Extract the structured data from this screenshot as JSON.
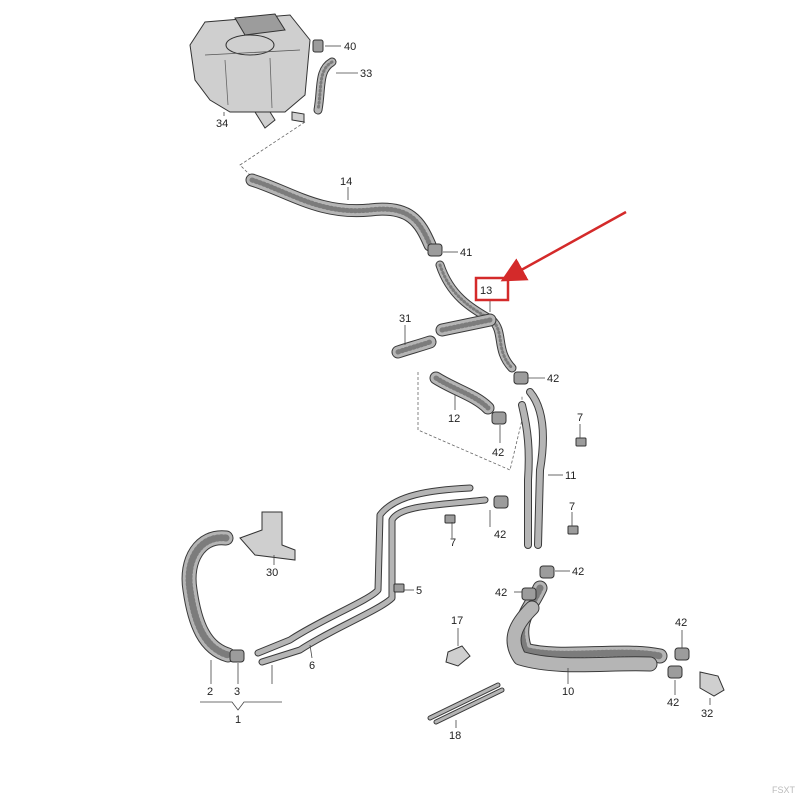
{
  "highlight_color": "#d42a2a",
  "callouts": [
    {
      "id": "c40",
      "text": "40"
    },
    {
      "id": "c33",
      "text": "33"
    },
    {
      "id": "c34",
      "text": "34"
    },
    {
      "id": "c14",
      "text": "14"
    },
    {
      "id": "c41",
      "text": "41"
    },
    {
      "id": "c13",
      "text": "13",
      "highlighted": true
    },
    {
      "id": "c31",
      "text": "31"
    },
    {
      "id": "c42a",
      "text": "42"
    },
    {
      "id": "c12",
      "text": "12"
    },
    {
      "id": "c42b",
      "text": "42"
    },
    {
      "id": "c7a",
      "text": "7"
    },
    {
      "id": "c11",
      "text": "11"
    },
    {
      "id": "c7b",
      "text": "7"
    },
    {
      "id": "c42c",
      "text": "42"
    },
    {
      "id": "c7c",
      "text": "7"
    },
    {
      "id": "c42d",
      "text": "42"
    },
    {
      "id": "c42e",
      "text": "42"
    },
    {
      "id": "c30",
      "text": "30"
    },
    {
      "id": "c5",
      "text": "5"
    },
    {
      "id": "c17",
      "text": "17"
    },
    {
      "id": "c42f",
      "text": "42"
    },
    {
      "id": "c6",
      "text": "6"
    },
    {
      "id": "c2",
      "text": "2"
    },
    {
      "id": "c3",
      "text": "3"
    },
    {
      "id": "c1",
      "text": "1"
    },
    {
      "id": "c10",
      "text": "10"
    },
    {
      "id": "c42g",
      "text": "42"
    },
    {
      "id": "c32",
      "text": "32"
    },
    {
      "id": "c18",
      "text": "18"
    }
  ],
  "watermark": "FSXT"
}
